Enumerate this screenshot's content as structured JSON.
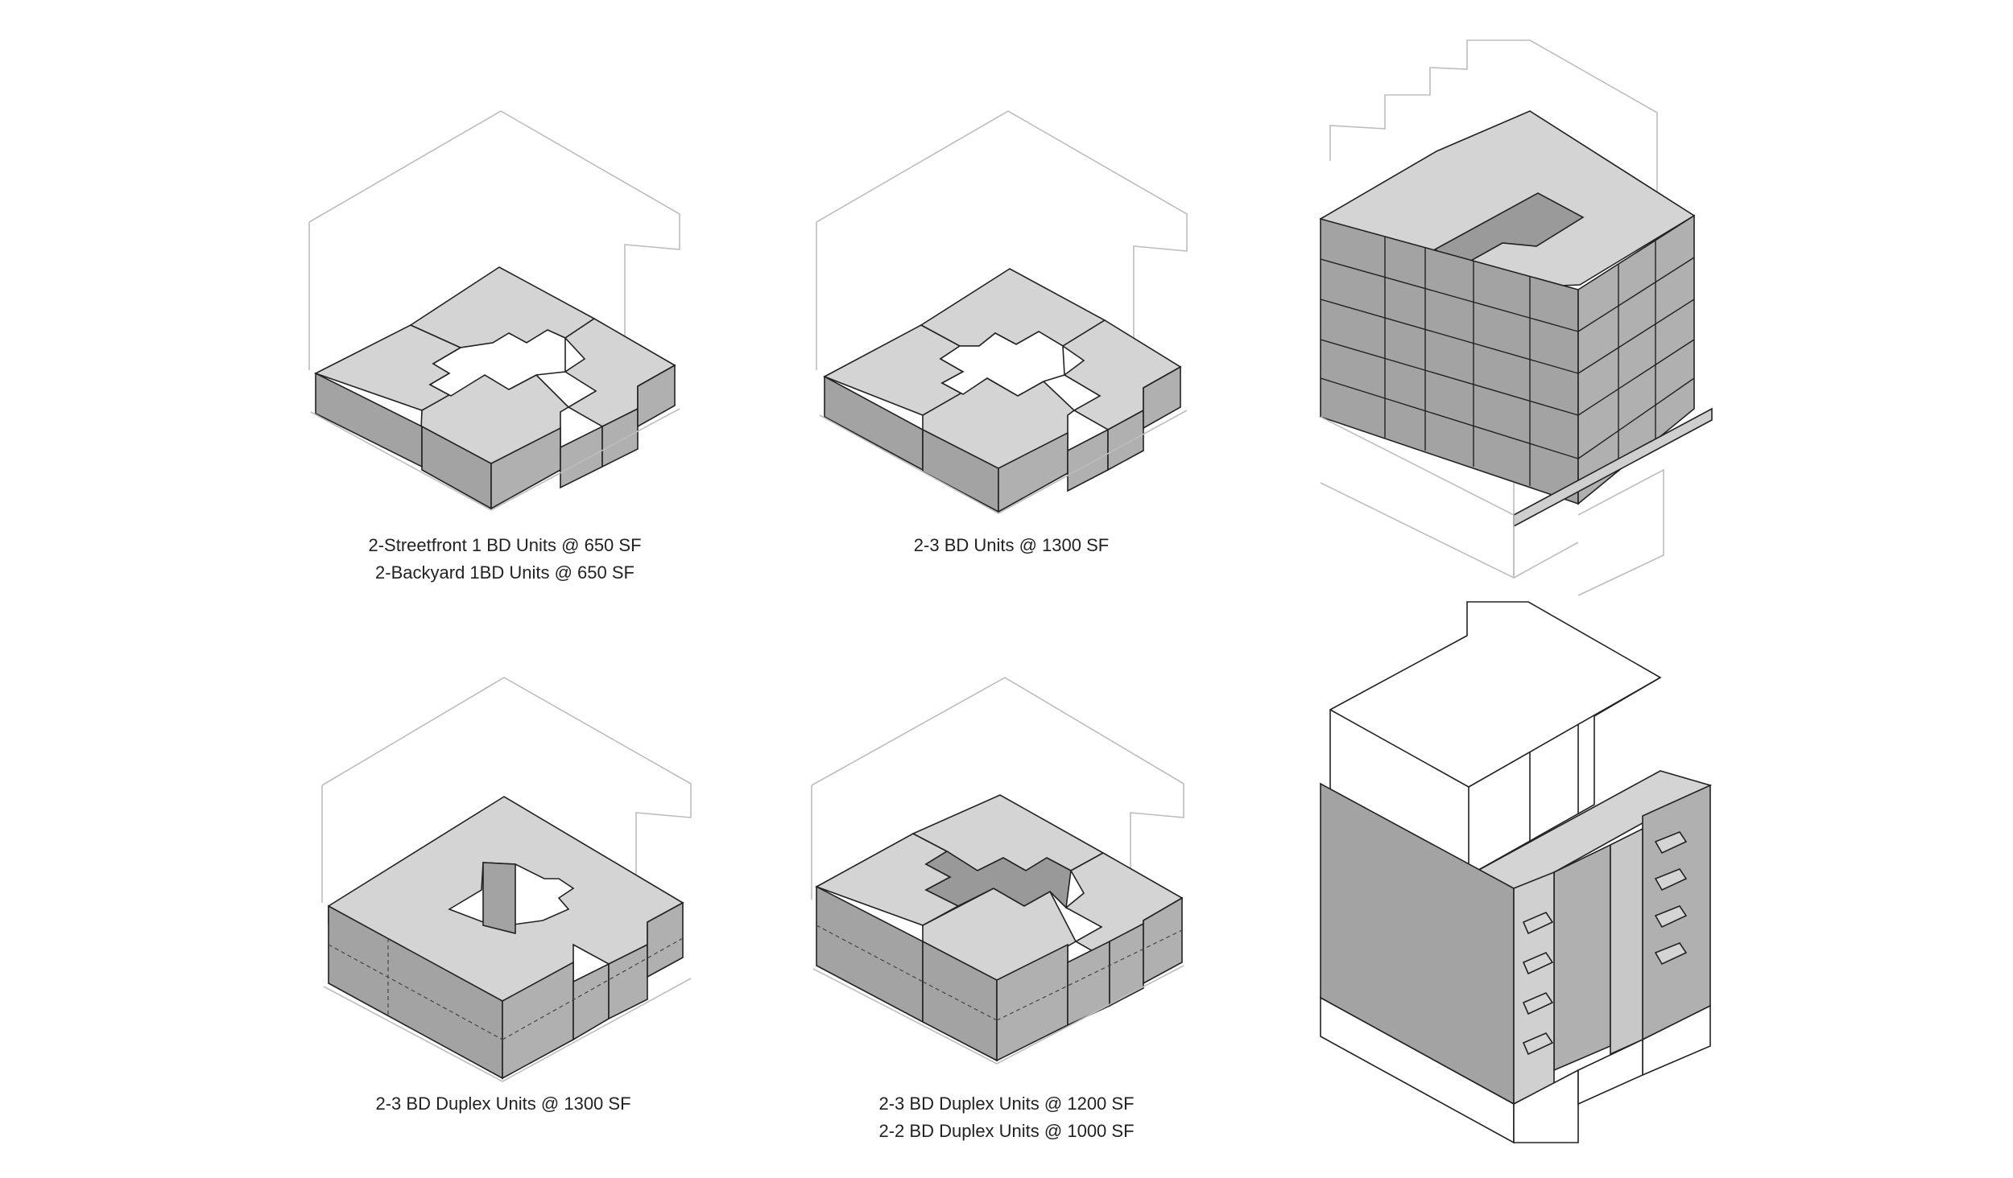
{
  "colors": {
    "background": "#ffffff",
    "top_face": "#d4d4d4",
    "side_face": "#a3a3a3",
    "edge": "#222222",
    "envelope_line": "#bfbfbf",
    "white_volume": "#ffffff"
  },
  "captions": {
    "c1": {
      "line1": "2-Streetfront 1 BD Units @ 650 SF",
      "line2": "2-Backyard 1BD Units @ 650 SF"
    },
    "c2": {
      "line1": "2-3 BD Units @ 1300 SF"
    },
    "c4": {
      "line1": "2-3 BD Duplex Units @ 1300 SF"
    },
    "c5": {
      "line1": "2-3 BD Duplex Units @ 1200 SF",
      "line2": "2-2 BD Duplex Units @ 1000 SF"
    }
  }
}
